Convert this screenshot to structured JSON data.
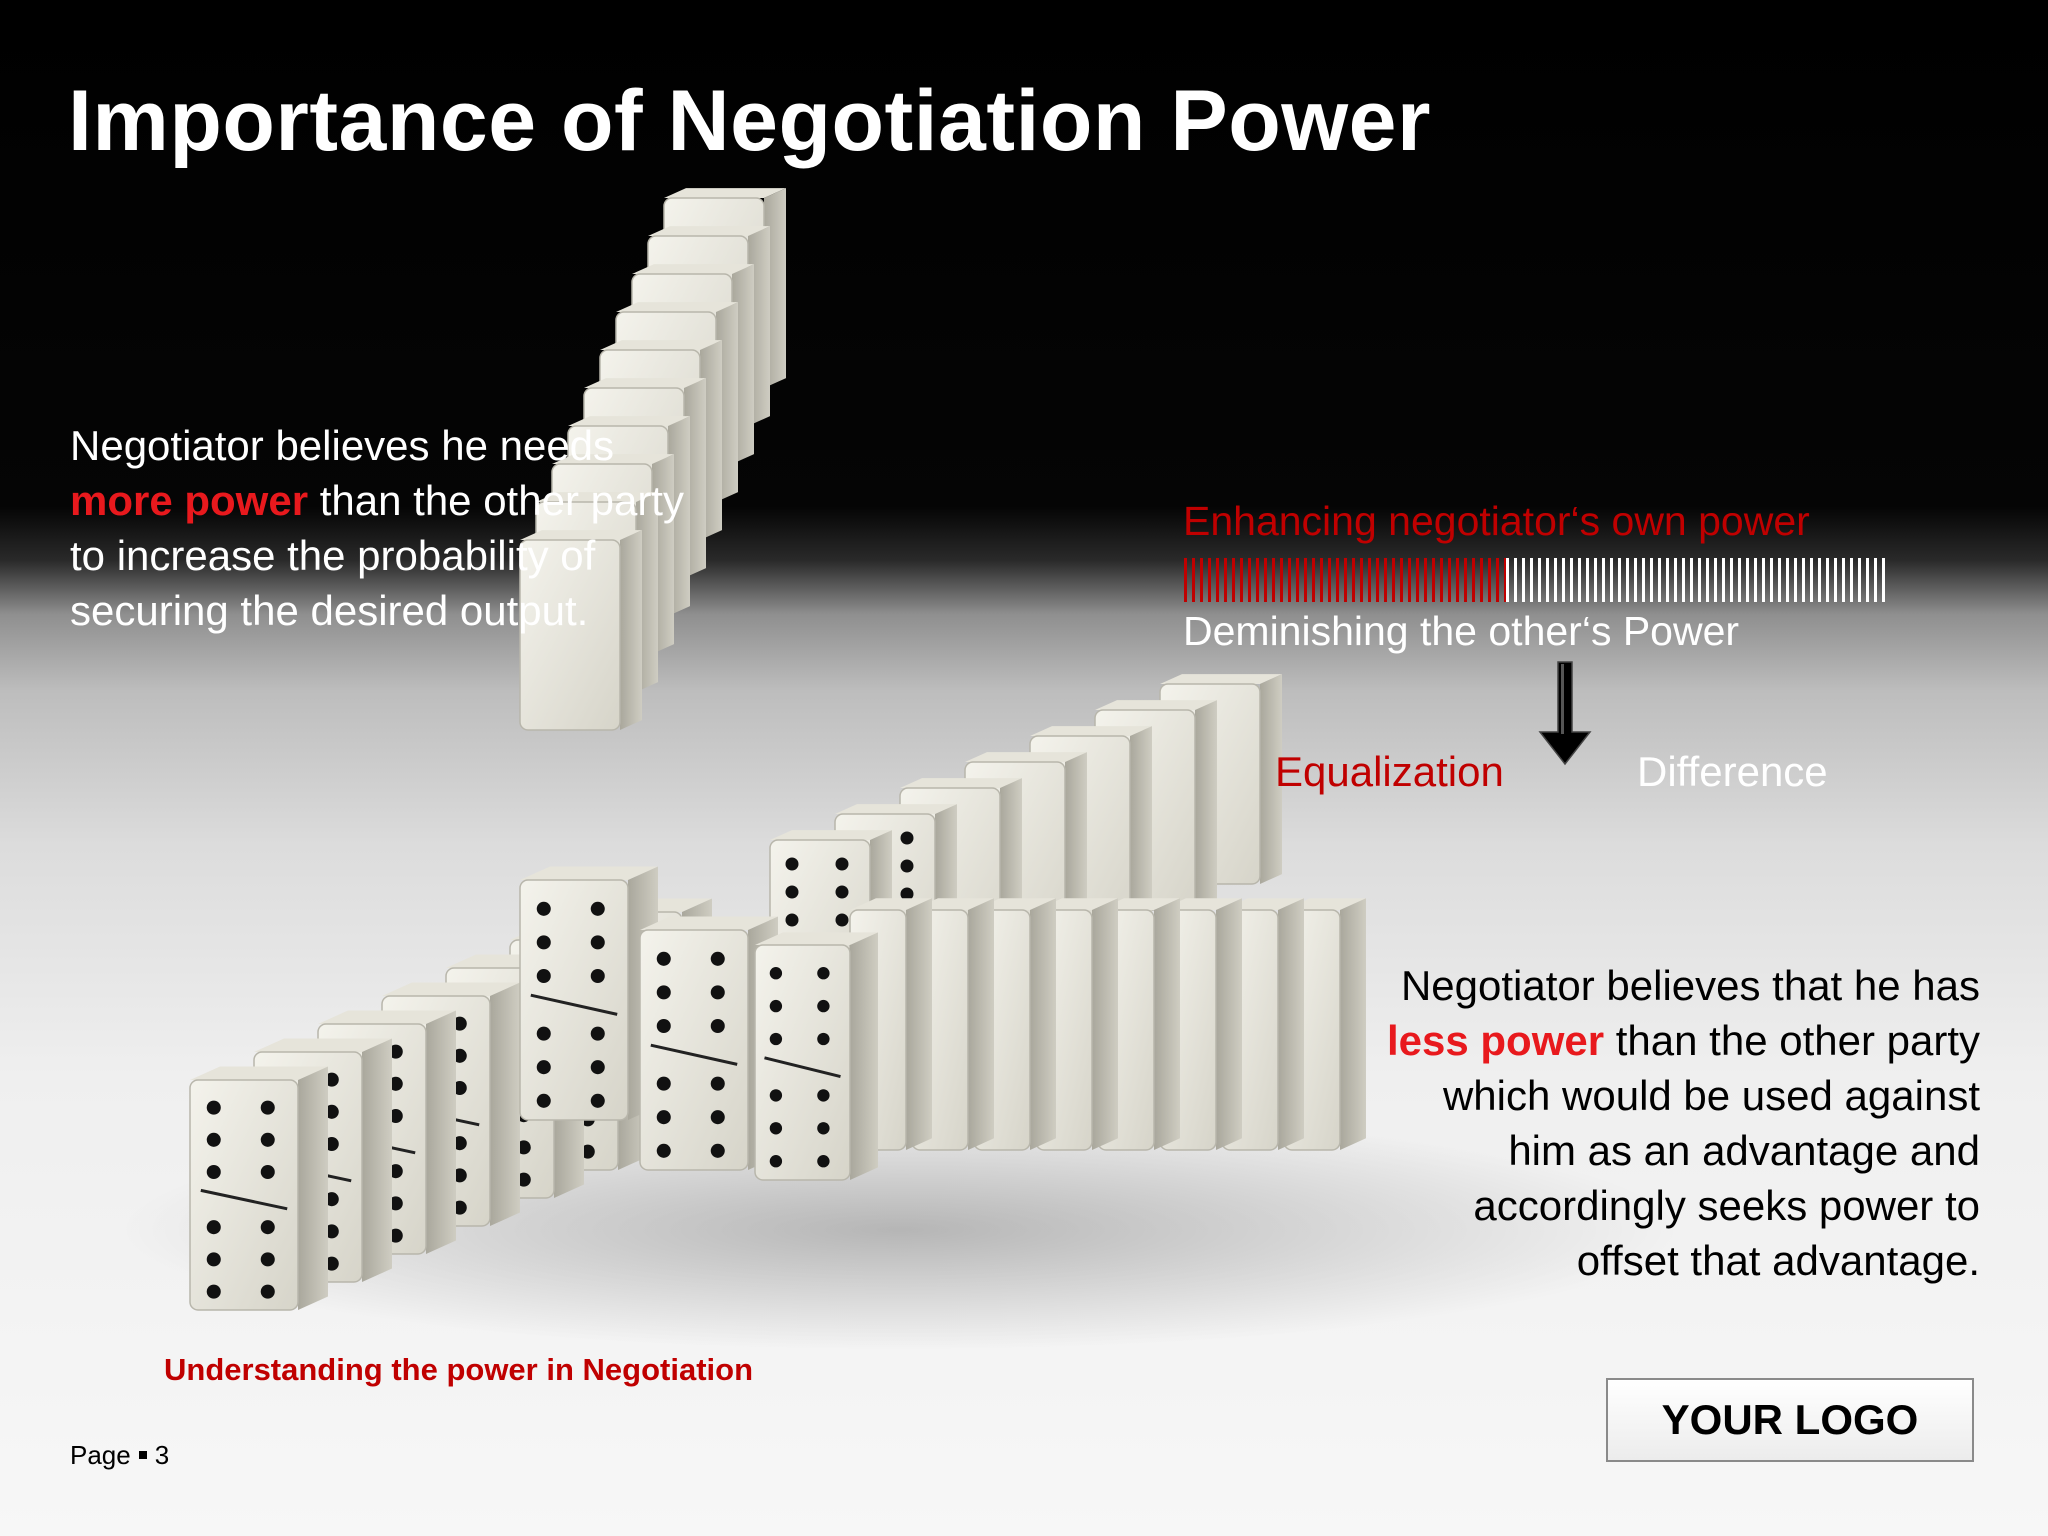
{
  "slide": {
    "title": "Importance of Negotiation Power",
    "left_text": {
      "part1": "Negotiator believes he needs ",
      "emphasis": "more power",
      "part2": " than the other party to increase the probability of securing the desired output."
    },
    "right_text": {
      "part1": "Negotiator believes that he has ",
      "emphasis": "less power",
      "part2": " than the other  party which would be used against him as an advantage  and accordingly seeks power to offset that advantage."
    },
    "diagram": {
      "enhance_label": "Enhancing negotiator‘s own power",
      "diminish_label": "Deminishing the other‘s Power",
      "equalization_label": "Equalization",
      "difference_label": "Difference"
    },
    "caption": "Understanding the power in Negotiation",
    "page_label": "Page",
    "page_number": "3",
    "logo_text": "YOUR LOGO"
  },
  "colors": {
    "accent_red": "#c00000",
    "emphasis_red": "#e8191d",
    "title_white": "#ffffff"
  }
}
